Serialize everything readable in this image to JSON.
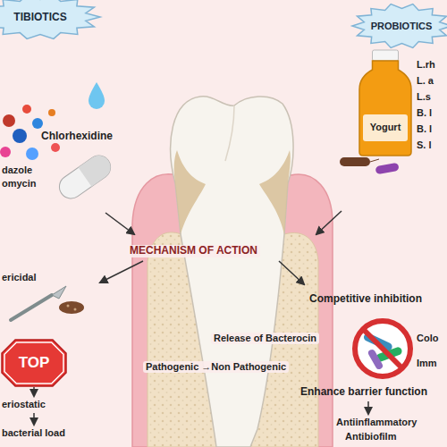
{
  "diagram": {
    "nodes": [
      {
        "text": [
          "TIBIOTICS"
        ]
      },
      {
        "text": [
          "PROBIOTICS"
        ]
      },
      {
        "text": [
          "Yogurt"
        ]
      },
      {
        "text": [
          "TOP"
        ]
      }
    ],
    "labels": [
      "Chlorhexidine",
      "dazole",
      "omycin",
      "MECHANISM OF ACTION",
      "L.rh",
      "L. a",
      "L.s",
      "B. l",
      "B. l",
      "S. l",
      "ericidal",
      "eriostatic",
      "bacterial load",
      "Competitive inhibition",
      "Colo",
      "Release of Bacterocin",
      "Pathogenic →Non Pathogenic",
      "Imm",
      "Enhance barrier function",
      "Antiinflammatory",
      "Antibiofilm"
    ]
  }
}
